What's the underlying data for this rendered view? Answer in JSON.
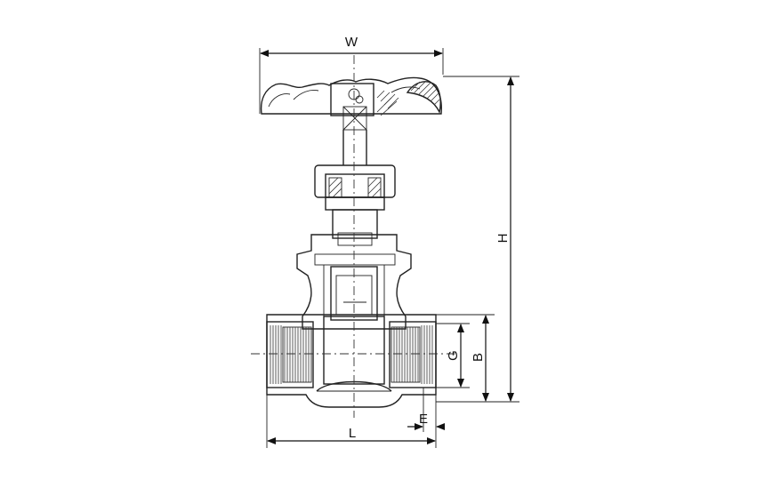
{
  "dimensions": {
    "width_label": "W",
    "height_label": "H",
    "length_label": "L",
    "thread_label": "G",
    "bore_label": "B",
    "end_label": "E"
  }
}
